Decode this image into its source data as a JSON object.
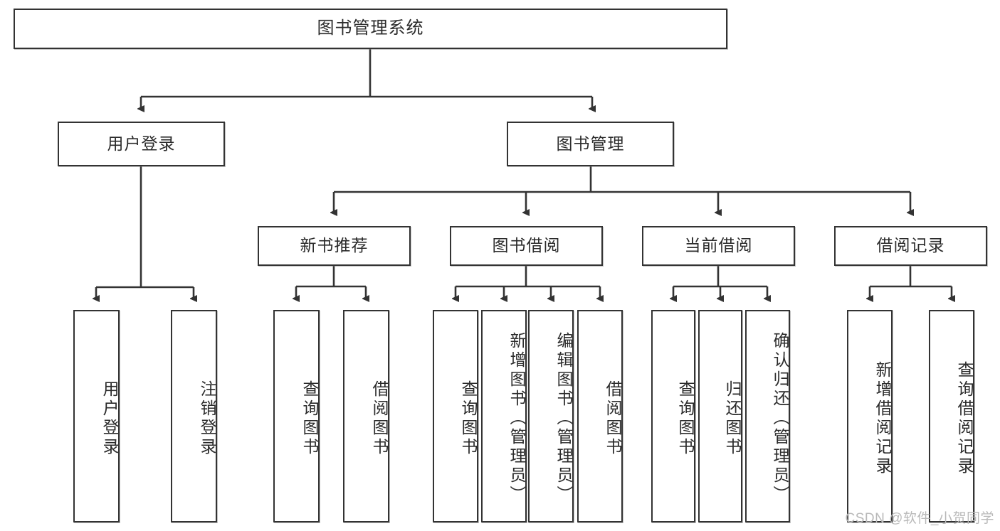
{
  "diagram": {
    "title": "图书管理系统",
    "type": "tree-hierarchy",
    "watermark": "CSDN @软件_小贺同学",
    "colors": {
      "node_border": "#333333",
      "node_fill": "#ffffff",
      "text": "#2b2b2b",
      "edge": "#333333",
      "watermark": "#b9b9b9",
      "background": "#ffffff"
    },
    "nodes": {
      "root": {
        "label": "图书管理系统"
      },
      "level1": [
        {
          "id": "user-login",
          "label": "用户登录"
        },
        {
          "id": "book-manage",
          "label": "图书管理"
        }
      ],
      "level2": [
        {
          "id": "new-book-recommend",
          "label": "新书推荐"
        },
        {
          "id": "book-borrow",
          "label": "图书借阅"
        },
        {
          "id": "current-borrow",
          "label": "当前借阅"
        },
        {
          "id": "borrow-record",
          "label": "借阅记录"
        }
      ],
      "leaves": {
        "user_login": [
          {
            "id": "leaf-user-login",
            "label": "用户登录"
          },
          {
            "id": "leaf-logout-login",
            "label": "注销登录"
          }
        ],
        "new_book_recommend": [
          {
            "id": "leaf-query-book-1",
            "label": "查询图书"
          },
          {
            "id": "leaf-borrow-book-1",
            "label": "借阅图书"
          }
        ],
        "book_borrow": [
          {
            "id": "leaf-query-book-2",
            "label": "查询图书"
          },
          {
            "id": "leaf-add-book",
            "label": "新增图书（管理员）"
          },
          {
            "id": "leaf-edit-book",
            "label": "编辑图书（管理员）"
          },
          {
            "id": "leaf-borrow-book-2",
            "label": "借阅图书"
          }
        ],
        "current_borrow": [
          {
            "id": "leaf-query-book-3",
            "label": "查询图书"
          },
          {
            "id": "leaf-return-book",
            "label": "归还图书"
          },
          {
            "id": "leaf-confirm-return",
            "label": "确认归还（管理员）"
          }
        ],
        "borrow_record": [
          {
            "id": "leaf-add-record",
            "label": "新增借阅记录"
          },
          {
            "id": "leaf-query-record",
            "label": "查询借阅记录"
          }
        ]
      }
    }
  }
}
